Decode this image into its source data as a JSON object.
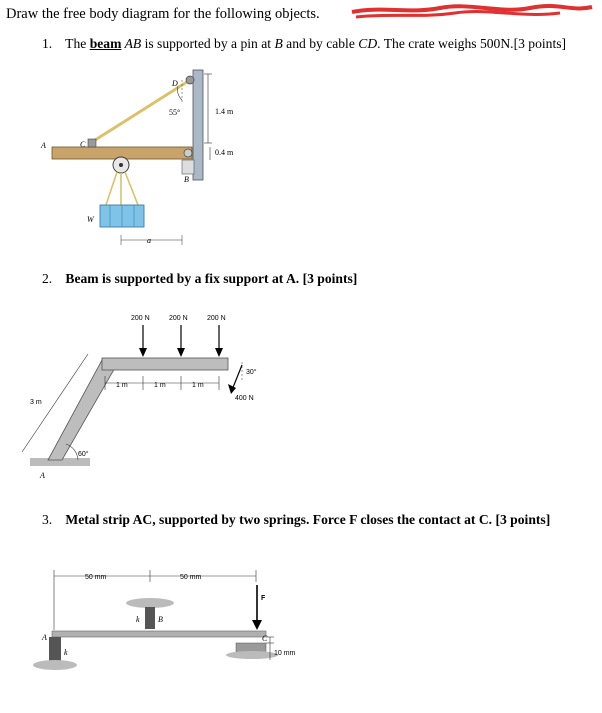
{
  "heading": "Draw the free body diagram for the following objects.",
  "questions": [
    {
      "number": "1.",
      "pre": "The ",
      "emph": "beam",
      "mid1": " AB",
      "mid2": " is supported by a pin at ",
      "pinPt": "B",
      "mid3": " and by cable ",
      "cable": "CD",
      "post": ". The crate weighs 500N.[3 points]"
    },
    {
      "number": "2.",
      "text": "Beam is supported by a fix support at A. [3 points]"
    },
    {
      "number": "3.",
      "bold": "Metal strip AC",
      "text": ", supported by two springs. Force F closes the contact at C. [3 points]"
    }
  ],
  "fig1": {
    "pointD": "D",
    "angle": "55°",
    "dimV": "1.4 m",
    "dimV2": "0.4 m",
    "pointA": "A",
    "pointC": "C",
    "pointB": "B",
    "weight": "W",
    "dimA": "a"
  },
  "fig2": {
    "load1": "200 N",
    "load2": "200 N",
    "load3": "200 N",
    "spacing1": "1 m",
    "spacing2": "1 m",
    "spacing3": "1 m",
    "angleTop": "30°",
    "loadEnd": "400 N",
    "length": "3 m",
    "angleBase": "60°",
    "support": "A"
  },
  "fig3": {
    "dim1": "50 mm",
    "dim2": "50 mm",
    "forceF": "F",
    "springK1": "k",
    "pointB": "B",
    "pointA": "A",
    "springK2": "k",
    "pointC": "C",
    "gap": "10 mm"
  },
  "colors": {
    "redact": "#e03030",
    "beam": "#c9a46a",
    "cable": "#d9c26a",
    "column": "#aab8c8",
    "crate": "#7fc4e8",
    "strip": "#b0b0b0"
  }
}
